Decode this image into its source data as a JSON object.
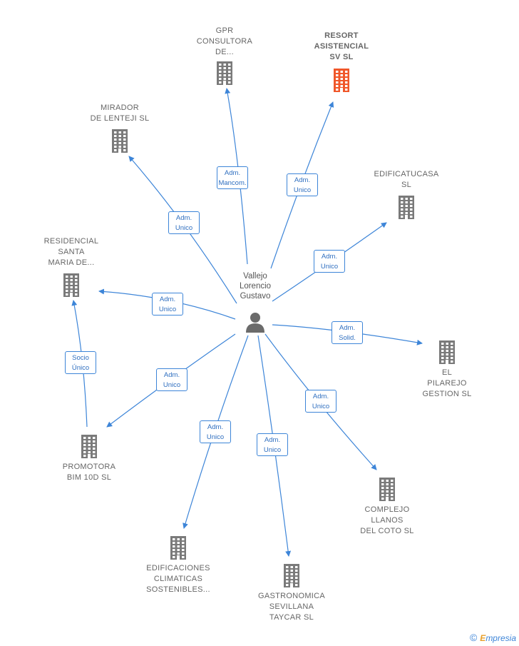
{
  "center": {
    "name": "Vallejo\nLorencio\nGustavo"
  },
  "companies": [
    {
      "id": "gpr",
      "label": "GPR\nCONSULTORA\nDE...",
      "highlight": false
    },
    {
      "id": "resort",
      "label": "RESORT\nASISTENCIAL\nSV  SL",
      "highlight": true
    },
    {
      "id": "mirador",
      "label": "MIRADOR\nDE LENTEJI SL",
      "highlight": false
    },
    {
      "id": "edificatucasa",
      "label": "EDIFICATUCASA\nSL",
      "highlight": false
    },
    {
      "id": "residencial",
      "label": "RESIDENCIAL\nSANTA\nMARIA DE...",
      "highlight": false
    },
    {
      "id": "pilarejo",
      "label": "EL\nPILAREJO\nGESTION SL",
      "highlight": false
    },
    {
      "id": "promotora",
      "label": "PROMOTORA\nBIM 10D  SL",
      "highlight": false
    },
    {
      "id": "complejo",
      "label": "COMPLEJO\nLLANOS\nDEL COTO SL",
      "highlight": false
    },
    {
      "id": "edificaciones",
      "label": "EDIFICACIONES\nCLIMATICAS\nSOSTENIBLES...",
      "highlight": false
    },
    {
      "id": "gastronomica",
      "label": "GASTRONOMICA\nSEVILLANA\nTAYCAR  SL",
      "highlight": false
    }
  ],
  "relations": [
    {
      "target": "gpr",
      "label": "Adm.\nMancom."
    },
    {
      "target": "resort",
      "label": "Adm.\nUnico"
    },
    {
      "target": "mirador",
      "label": "Adm.\nUnico"
    },
    {
      "target": "edificatucasa",
      "label": "Adm.\nUnico"
    },
    {
      "target": "residencial",
      "label": "Adm.\nUnico"
    },
    {
      "target": "pilarejo",
      "label": "Adm.\nSolid."
    },
    {
      "target": "promotora",
      "label": "Adm.\nUnico"
    },
    {
      "target": "complejo",
      "label": "Adm.\nUnico"
    },
    {
      "target": "edificaciones",
      "label": "Adm.\nUnico"
    },
    {
      "target": "gastronomica",
      "label": "Adm.\nUnico"
    },
    {
      "source": "promotora",
      "target": "residencial",
      "label": "Socio\nÚnico"
    }
  ],
  "footer": {
    "copyright": "©",
    "brand_initial": "E",
    "brand_rest": "mpresia"
  },
  "colors": {
    "edge": "#3d85d8",
    "building": "#7a7a7a",
    "highlight": "#f0572a",
    "person": "#6b6b6b"
  }
}
